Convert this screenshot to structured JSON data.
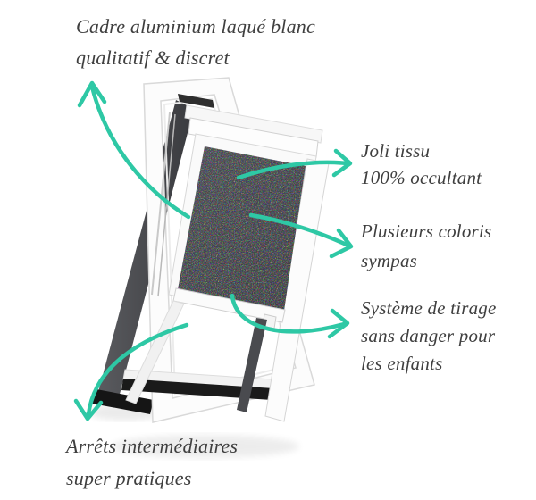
{
  "page": {
    "kind": "product-annotation-diagram",
    "subject": "blackout roller blind mounted on an open white roof window"
  },
  "labels": {
    "frame": {
      "line1": "Cadre aluminium laqué blanc",
      "line2": "qualitatif & discret"
    },
    "fabric": {
      "line1": "Joli tissu",
      "line2": "100% occultant"
    },
    "colors": {
      "line1": "Plusieurs coloris",
      "line2": "sympas"
    },
    "pull": {
      "line1": "Système de tirage",
      "line2": "sans danger pour",
      "line3": "les enfants"
    },
    "stops": {
      "line1": "Arrêts intermédiaires",
      "line2": "super pratiques"
    }
  },
  "icons": {
    "arrow_to_frame": "curved-arrow-up-left",
    "arrow_to_fabric": "curved-arrow-right",
    "arrow_to_colors": "curved-arrow-right-down",
    "arrow_to_pull": "curved-arrow-right",
    "arrow_to_stops": "curved-arrow-down-left"
  },
  "colors": {
    "accent_teal": "#2ec8a5",
    "text_gray": "#3f3f3f",
    "blind_fabric": "#44474c",
    "frame_white": "#fcfcfc",
    "gasket_black": "#1a1a1a"
  }
}
